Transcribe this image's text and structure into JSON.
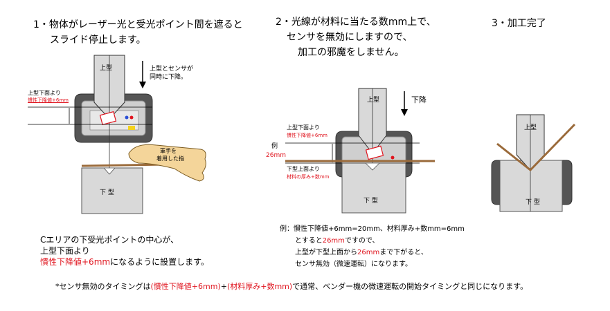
{
  "step1": {
    "title_line1": "1・物体がレーザー光と受光ポイント間を遮ると",
    "title_line2": "スライド停止します。",
    "upper_die": "上型",
    "lower_die": "下 型",
    "arrow_note_line1": "上型とセンサが",
    "arrow_note_line2": "同時に下降。",
    "label_line1": "上型下面より",
    "label_line2": "慣性下降値+6mm",
    "finger_line1": "軍手を",
    "finger_line2": "着用した指",
    "note_line1": "Cエリアの下受光ポイントの中心が、",
    "note_line2": "上型下面より",
    "note_line3_red": "慣性下降値+6mm",
    "note_line3_rest": "になるように設置します。"
  },
  "step2": {
    "title_line1": "2・光線が材料に当たる数mm上で、",
    "title_line2": "センサを無効にしますので、",
    "title_line3": "加工の邪魔をしません。",
    "upper_die": "上型",
    "lower_die": "下 型",
    "arrow_label": "下降",
    "label_a1": "上型下面より",
    "label_a2": "慣性下降値+6mm",
    "example": "例",
    "example_value": "26mm",
    "label_b1": "下型上面より",
    "label_b2": "材料の厚み+数mm",
    "ex_line1": "例：慣性下降値+6mm=20mm、材料厚み+数mm=6mm",
    "ex_line2a": "とすると",
    "ex_line2b": "26mm",
    "ex_line2c": "ですので、",
    "ex_line3a": "上型が下型上面から",
    "ex_line3b": "26mm",
    "ex_line3c": "まで下がると、",
    "ex_line4": "センサ無効（微速運転）になります。"
  },
  "step3": {
    "title": "3・加工完了",
    "upper_die": "上型",
    "lower_die": "下 型"
  },
  "footer": {
    "part1": "*センサ無効のタイミングは",
    "part2": "(慣性下降値+6mm)",
    "part3": "+",
    "part4": "(材料厚み+数mm)",
    "part5": "で通常、ベンダー機の微速運転の開始タイミングと同じになります。"
  },
  "colors": {
    "red": "#e0141e",
    "die_gray": "#d9d9d9",
    "housing": "#555555",
    "sheet": "#9a6a3a",
    "finger": "#f4d59a"
  }
}
